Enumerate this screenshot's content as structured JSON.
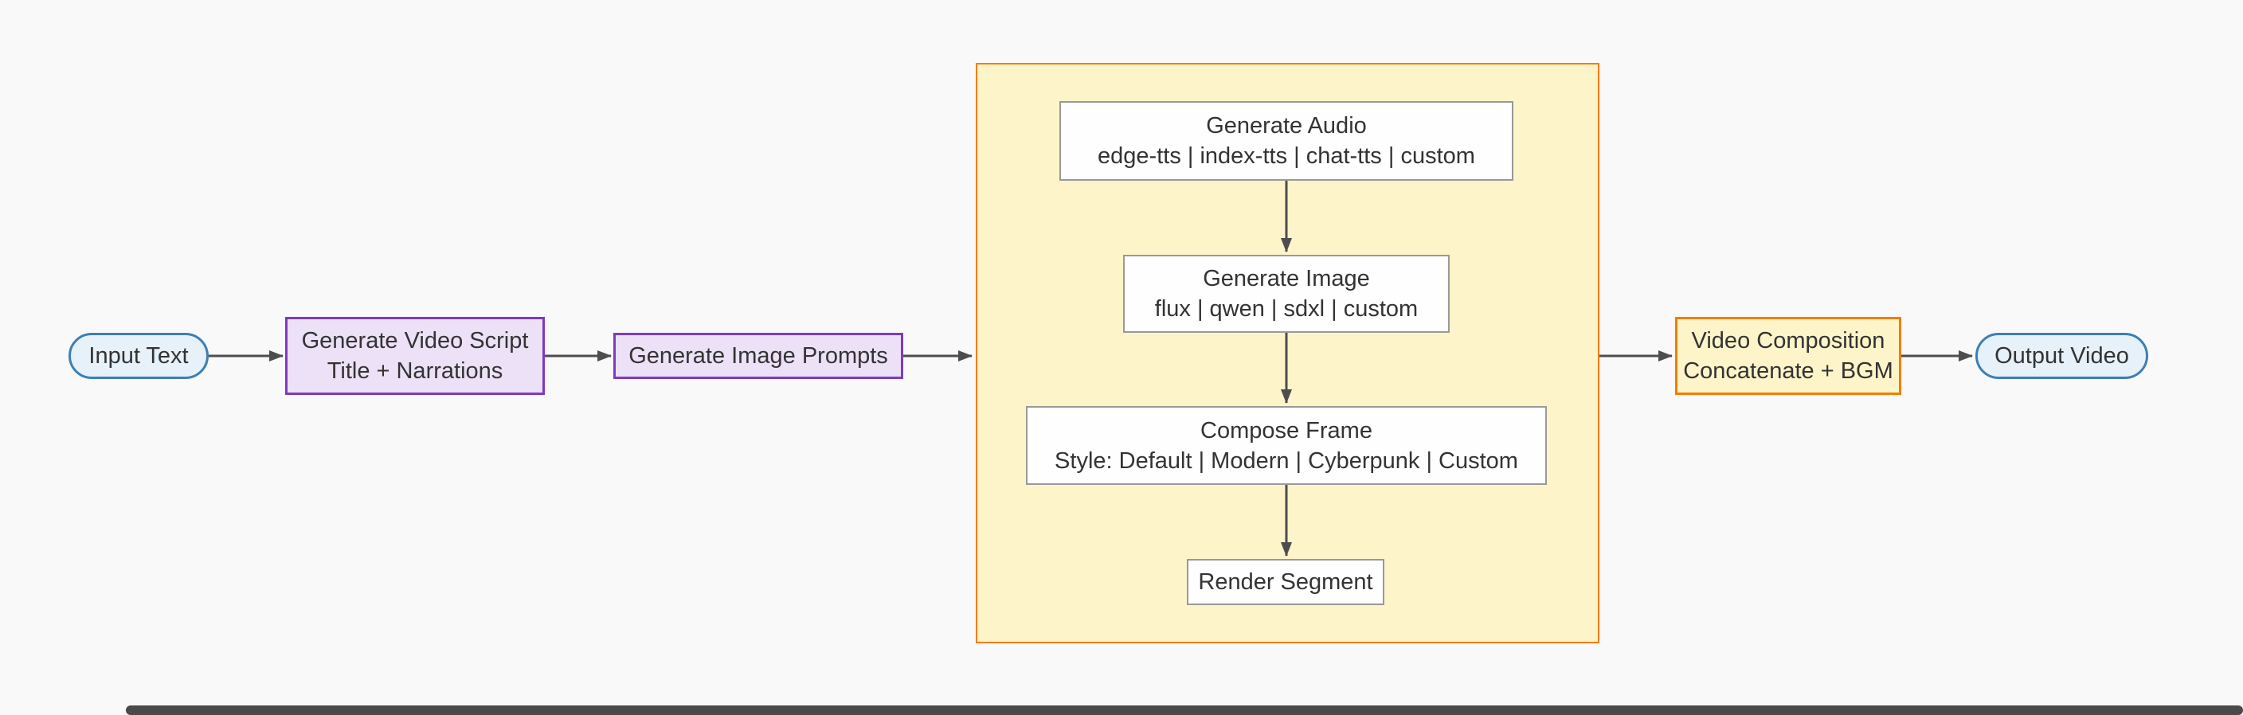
{
  "colors": {
    "background": "#f9f9f9",
    "node_text": "#333333",
    "blue_border": "#3d7fb5",
    "blue_fill": "#e7f1f9",
    "purple_border": "#7d3bc0",
    "purple_fill": "#ece1f7",
    "orange_border": "#f57c00",
    "yellow_fill": "#fdf5c9",
    "inner_border": "#999999",
    "inner_fill": "#fefefe",
    "arrow": "#4d4d4d",
    "scrollbar": "#4a4a4a"
  },
  "nodes": {
    "input_text": {
      "label": "Input Text"
    },
    "generate_script": {
      "label": "Generate Video Script",
      "sublabel": "Title + Narrations"
    },
    "generate_image_prompts": {
      "label": "Generate Image Prompts"
    },
    "generate_audio": {
      "label": "Generate Audio",
      "sublabel": "edge-tts | index-tts | chat-tts | custom"
    },
    "generate_image": {
      "label": "Generate Image",
      "sublabel": "flux | qwen | sdxl | custom"
    },
    "compose_frame": {
      "label": "Compose Frame",
      "sublabel": "Style: Default | Modern | Cyberpunk | Custom"
    },
    "render_segment": {
      "label": "Render Segment"
    },
    "video_composition": {
      "label": "Video Composition",
      "sublabel": "Concatenate + BGM"
    },
    "output_video": {
      "label": "Output Video"
    }
  }
}
